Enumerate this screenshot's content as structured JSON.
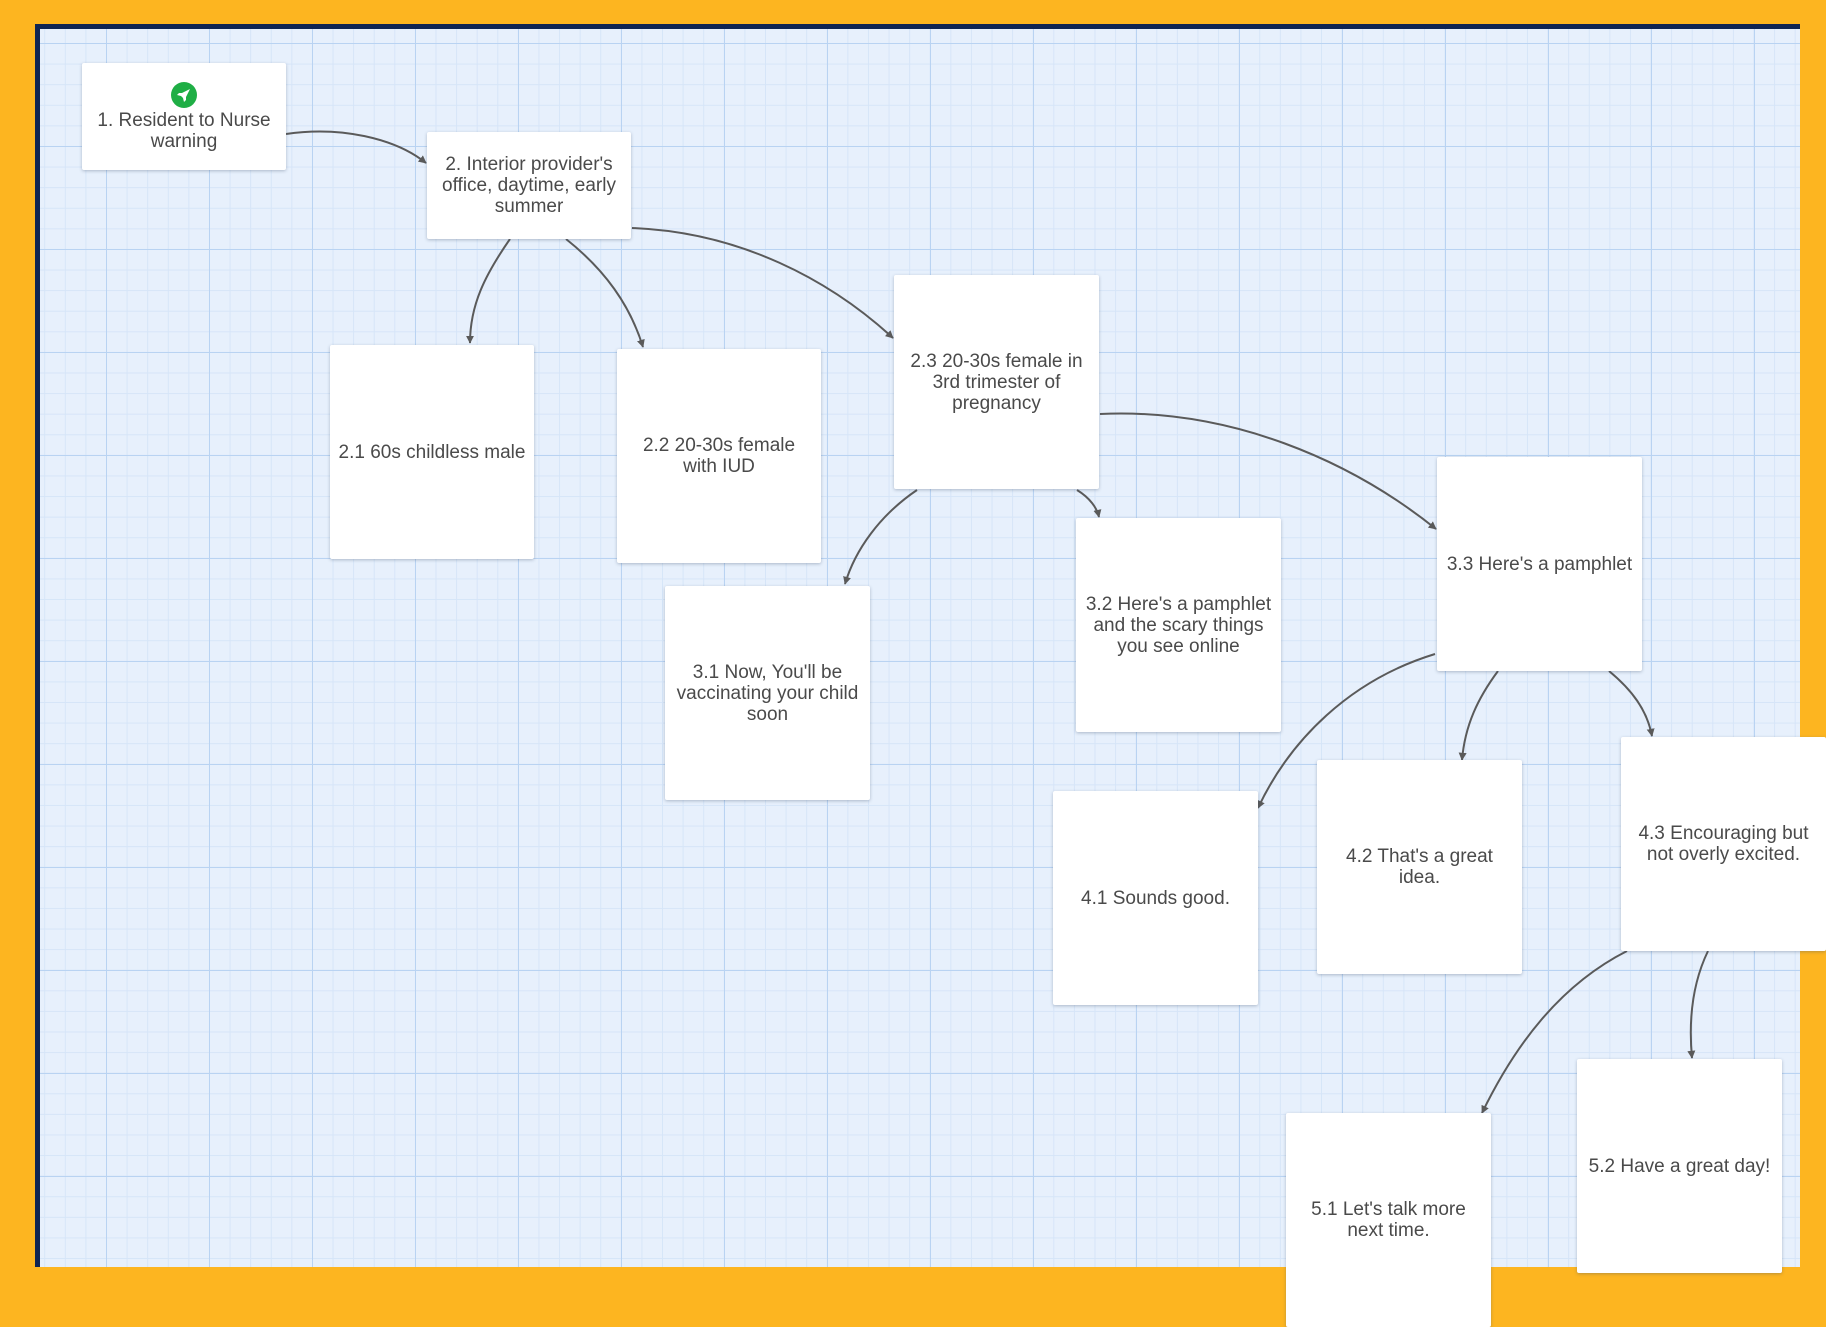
{
  "passages": {
    "p1": {
      "label": "1. Resident to Nurse warning",
      "start_icon": "rocket-icon"
    },
    "p2": {
      "label": "2. Interior provider's office, daytime, early summer"
    },
    "p2_1": {
      "label": "2.1 60s childless male"
    },
    "p2_2": {
      "label": "2.2 20-30s female with IUD"
    },
    "p2_3": {
      "label": "2.3 20-30s female in 3rd trimester of pregnancy"
    },
    "p3_1": {
      "label": "3.1 Now, You'll be vaccinating your child soon"
    },
    "p3_2": {
      "label": "3.2 Here's a pamphlet and the scary things you see online"
    },
    "p3_3": {
      "label": "3.3 Here's a pamphlet"
    },
    "p4_1": {
      "label": "4.1 Sounds good."
    },
    "p4_2": {
      "label": "4.2 That's a great idea."
    },
    "p4_3": {
      "label": "4.3 Encouraging but not overly excited."
    },
    "p5_1": {
      "label": "5.1 Let's talk more next time."
    },
    "p5_2": {
      "label": "5.2 Have a great day!"
    }
  },
  "links": [
    {
      "from": "p1",
      "to": "p2"
    },
    {
      "from": "p2",
      "to": "p2_1"
    },
    {
      "from": "p2",
      "to": "p2_2"
    },
    {
      "from": "p2",
      "to": "p2_3"
    },
    {
      "from": "p2_3",
      "to": "p3_1"
    },
    {
      "from": "p2_3",
      "to": "p3_2"
    },
    {
      "from": "p2_3",
      "to": "p3_3"
    },
    {
      "from": "p3_3",
      "to": "p4_1"
    },
    {
      "from": "p3_3",
      "to": "p4_2"
    },
    {
      "from": "p3_3",
      "to": "p4_3"
    },
    {
      "from": "p4_3",
      "to": "p5_1"
    },
    {
      "from": "p4_3",
      "to": "p5_2"
    }
  ],
  "colors": {
    "background": "#fdb520",
    "frame_border": "#0f2452",
    "canvas": "#e7f0fc",
    "connector": "#5a5a5a",
    "start_icon": "#1fae45"
  }
}
